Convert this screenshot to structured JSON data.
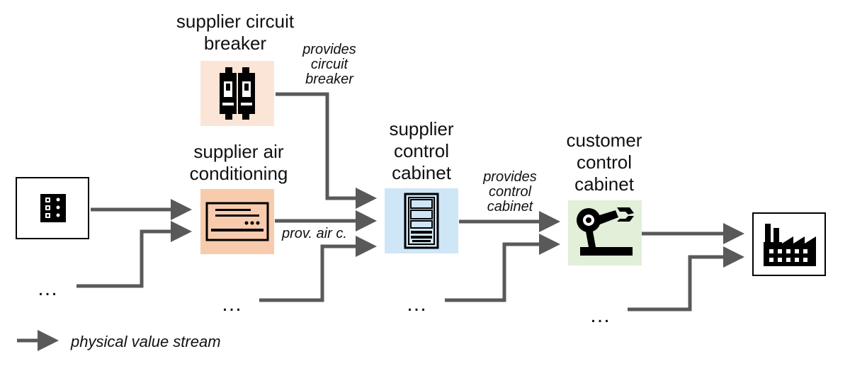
{
  "nodes": {
    "circuit_breaker": {
      "label_lines": [
        "supplier circuit",
        "breaker"
      ],
      "fill": "#fbe5d6",
      "icon": "circuit-breaker-icon"
    },
    "air_conditioning": {
      "label_lines": [
        "supplier air",
        "conditioning"
      ],
      "fill": "#f8cbad",
      "icon": "air-conditioner-icon"
    },
    "supplier_cabinet": {
      "label_lines": [
        "supplier",
        "control",
        "cabinet"
      ],
      "fill": "#cfe6f7",
      "icon": "control-cabinet-icon"
    },
    "customer_cabinet": {
      "label_lines": [
        "customer",
        "control",
        "cabinet"
      ],
      "fill": "#e2efd9",
      "icon": "robot-arm-icon"
    },
    "source_box": {
      "icon": "terminal-block-icon"
    },
    "factory_box": {
      "icon": "factory-icon"
    }
  },
  "edges": {
    "provides_breaker": [
      "provides",
      "circuit",
      "breaker"
    ],
    "provides_air": "prov. air c.",
    "provides_cabinet": [
      "provides",
      "control",
      "cabinet"
    ]
  },
  "ellipsis": "…",
  "legend": {
    "label": "physical value stream",
    "color": "#595959"
  }
}
